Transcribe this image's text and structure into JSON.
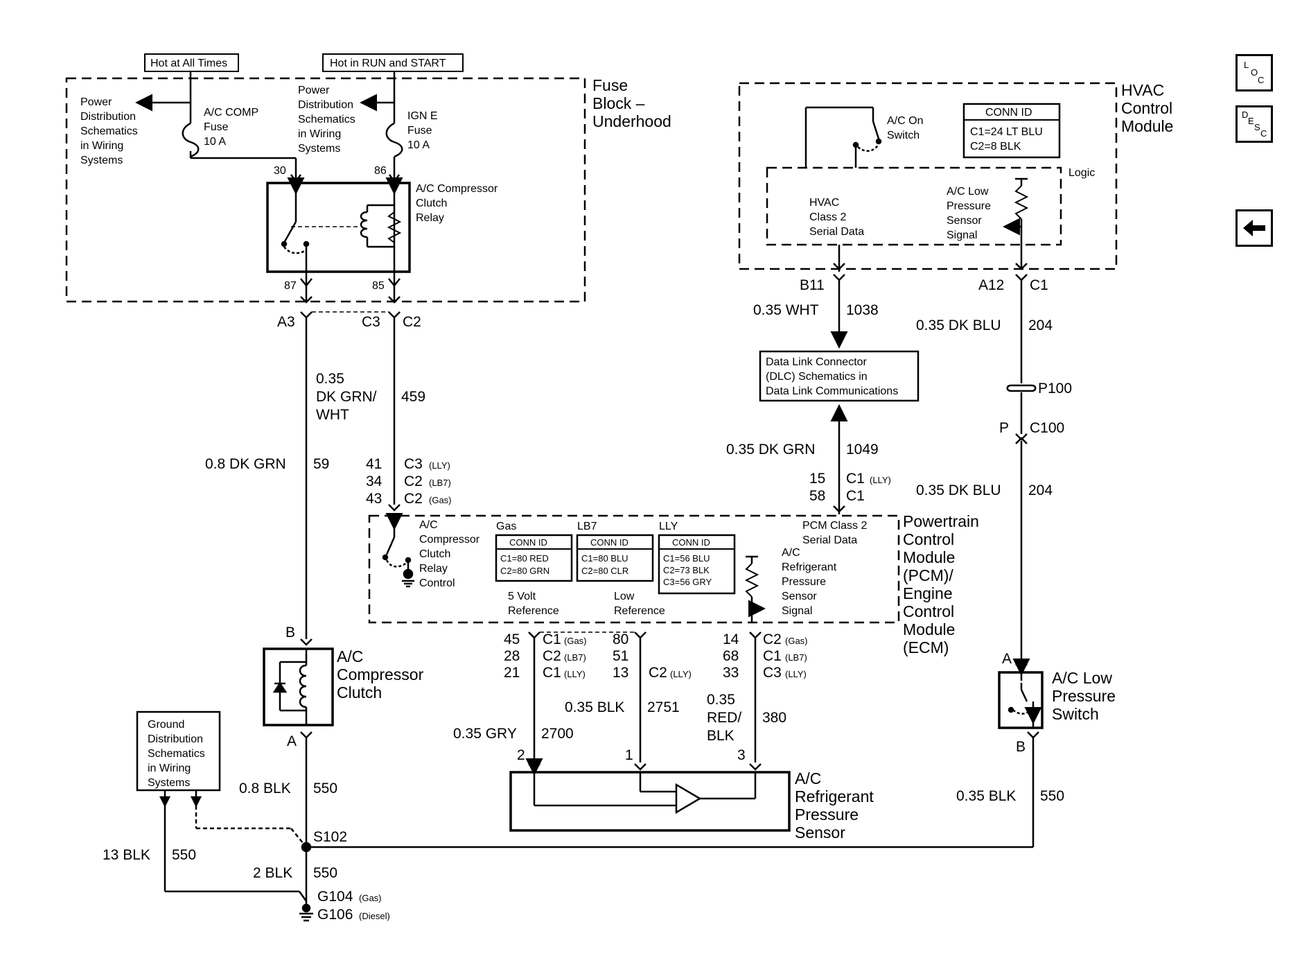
{
  "labels": {
    "hot_all_times": "Hot at All Times",
    "hot_run_start": "Hot in RUN and START",
    "fuse_block": [
      "Fuse",
      "Block –",
      "Underhood"
    ],
    "pds_left": [
      "Power",
      "Distribution",
      "Schematics",
      "in Wiring",
      "Systems"
    ],
    "pds_mid": [
      "Power",
      "Distribution",
      "Schematics",
      "in Wiring",
      "Systems"
    ],
    "fuse_ac_comp": [
      "A/C COMP",
      "Fuse",
      "10 A"
    ],
    "fuse_ign_e": [
      "IGN E",
      "Fuse",
      "10 A"
    ],
    "relay": [
      "A/C Compressor",
      "Clutch",
      "Relay"
    ],
    "pin_30": "30",
    "pin_86": "86",
    "pin_87": "87",
    "pin_85": "85",
    "conn_a3": "A3",
    "conn_c3": "C3",
    "conn_c2": "C2",
    "wire_459_color": [
      "0.35",
      "DK GRN/",
      "WHT"
    ],
    "wire_459_num": "459",
    "wire_59_color": "0.8 DK GRN",
    "wire_59_num": "59",
    "pcm_relay_pins": [
      {
        "pin": "41",
        "conn": "C3",
        "engine": "(LLY)"
      },
      {
        "pin": "34",
        "conn": "C2",
        "engine": "(LB7)"
      },
      {
        "pin": "43",
        "conn": "C2",
        "engine": "(Gas)"
      }
    ],
    "hvac_module": [
      "HVAC",
      "Control",
      "Module"
    ],
    "ac_on_switch": [
      "A/C On",
      "Switch"
    ],
    "hvac_conn_title": "CONN ID",
    "hvac_conn_rows": [
      "C1=24 LT BLU",
      "C2=8 BLK"
    ],
    "logic": "Logic",
    "hvac_class2": [
      "HVAC",
      "Class 2",
      "Serial Data"
    ],
    "ac_low_sensor": [
      "A/C Low",
      "Pressure",
      "Sensor",
      "Signal"
    ],
    "conn_b11": "B11",
    "conn_a12": "A12",
    "conn_c1": "C1",
    "wire_1038_color": "0.35 WHT",
    "wire_1038_num": "1038",
    "wire_204_color": "0.35 DK BLU",
    "wire_204_num": "204",
    "dlc": [
      "Data Link Connector",
      "(DLC) Schematics in",
      "Data Link Communications"
    ],
    "p100": "P100",
    "conn_p": "P",
    "c100": "C100",
    "wire_1049_color": "0.35 DK GRN",
    "wire_1049_num": "1049",
    "pcm_dlc_pins": [
      {
        "pin": "15",
        "conn": "C1",
        "engine": "(LLY)"
      },
      {
        "pin": "58",
        "conn": "C1",
        "engine": ""
      }
    ],
    "wire_204b_color": "0.35 DK BLU",
    "wire_204b_num": "204",
    "relay_control": [
      "A/C",
      "Compressor",
      "Clutch",
      "Relay",
      "Control"
    ],
    "engine_gas": "Gas",
    "engine_lb7": "LB7",
    "engine_lly": "LLY",
    "conn_gas_title": "CONN ID",
    "conn_gas_rows": [
      "C1=80 RED",
      "C2=80 GRN"
    ],
    "conn_lb7_title": "CONN ID",
    "conn_lb7_rows": [
      "C1=80 BLU",
      "C2=80 CLR"
    ],
    "conn_lly_title": "CONN ID",
    "conn_lly_rows": [
      "C1=56 BLU",
      "C2=73 BLK",
      "C3=56 GRY"
    ],
    "pcm_class2": [
      "PCM Class 2",
      "Serial Data"
    ],
    "refrig_signal": [
      "A/C",
      "Refrigerant",
      "Pressure",
      "Sensor",
      "Signal"
    ],
    "five_volt_ref": [
      "5 Volt",
      "Reference"
    ],
    "low_ref": [
      "Low",
      "Reference"
    ],
    "pcm_title": [
      "Powertrain",
      "Control",
      "Module",
      "(PCM)/",
      "Engine",
      "Control",
      "Module",
      "(ECM)"
    ],
    "pins_5v": [
      {
        "pin": "45",
        "conn": "C1",
        "engine": "(Gas)"
      },
      {
        "pin": "28",
        "conn": "C2",
        "engine": "(LB7)"
      },
      {
        "pin": "21",
        "conn": "C1",
        "engine": "(LLY)"
      }
    ],
    "pins_low": [
      {
        "pin": "80",
        "conn": "",
        "engine": ""
      },
      {
        "pin": "51",
        "conn": "",
        "engine": ""
      },
      {
        "pin": "13",
        "conn": "C2",
        "engine": "(LLY)"
      }
    ],
    "pins_signal": [
      {
        "pin": "14",
        "conn": "C2",
        "engine": "(Gas)"
      },
      {
        "pin": "68",
        "conn": "C1",
        "engine": "(LB7)"
      },
      {
        "pin": "33",
        "conn": "C3",
        "engine": "(LLY)"
      }
    ],
    "wire_2700_color": "0.35 GRY",
    "wire_2700_num": "2700",
    "wire_2751_color": "0.35 BLK",
    "wire_2751_num": "2751",
    "wire_380_color": [
      "0.35",
      "RED/",
      "BLK"
    ],
    "wire_380_num": "380",
    "sensor_pins": [
      "2",
      "1",
      "3"
    ],
    "refrig_sensor": [
      "A/C",
      "Refrigerant",
      "Pressure",
      "Sensor"
    ],
    "clutch_b": "B",
    "clutch_a": "A",
    "clutch": [
      "A/C",
      "Compressor",
      "Clutch"
    ],
    "wire_550_color": "0.8 BLK",
    "wire_550_num": "550",
    "ground_dist": [
      "Ground",
      "Distribution",
      "Schematics",
      "in Wiring",
      "Systems"
    ],
    "s102": "S102",
    "wire_13blk_color": "13 BLK",
    "wire_13blk_num": "550",
    "wire_2blk_color": "2 BLK",
    "wire_2blk_num": "550",
    "g104": "G104",
    "g104_eng": "(Gas)",
    "g106": "G106",
    "g106_eng": "(Diesel)",
    "switch_a": "A",
    "switch_b": "B",
    "low_switch": [
      "A/C Low",
      "Pressure",
      "Switch"
    ],
    "wire_550b_color": "0.35 BLK",
    "wire_550b_num": "550"
  },
  "nav": {
    "loc": [
      "L",
      "O",
      "C"
    ],
    "desc": [
      "D",
      "E",
      "S",
      "C"
    ],
    "back_icon": "left-arrow-icon"
  }
}
